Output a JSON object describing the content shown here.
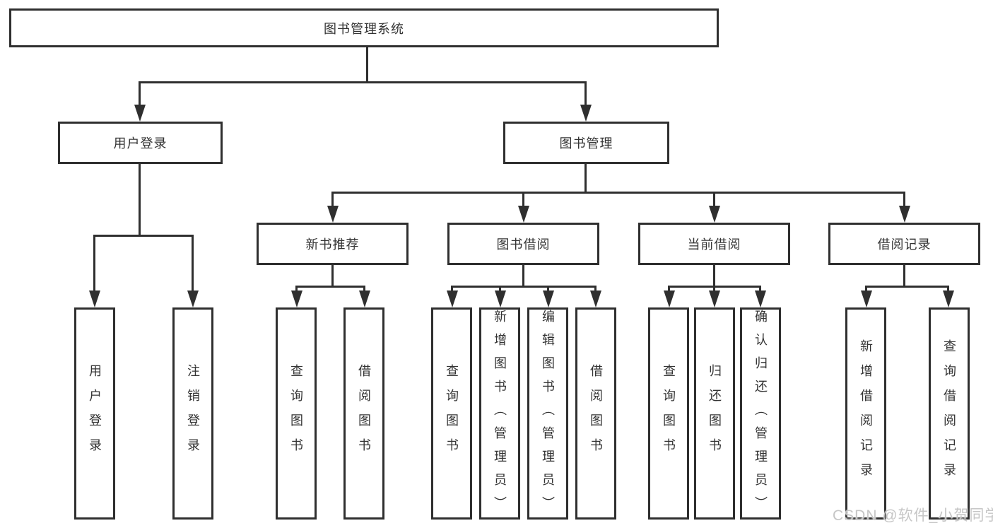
{
  "tree": {
    "root": "图书管理系统",
    "branches": [
      {
        "label": "用户登录",
        "children": [
          "用户登录",
          "注销登录"
        ]
      },
      {
        "label": "图书管理",
        "groups": [
          {
            "label": "新书推荐",
            "children": [
              "查询图书",
              "借阅图书"
            ]
          },
          {
            "label": "图书借阅",
            "children": [
              "查询图书",
              "新增图书（管理员）",
              "编辑图书（管理员）",
              "借阅图书"
            ]
          },
          {
            "label": "当前借阅",
            "children": [
              "查询图书",
              "归还图书",
              "确认归还（管理员）"
            ]
          },
          {
            "label": "借阅记录",
            "children": [
              "新增借阅记录",
              "查询借阅记录"
            ]
          }
        ]
      }
    ]
  },
  "watermark": {
    "text": "CSDN @软件_小贺同学"
  },
  "colors": {
    "line": "#2f2f2f",
    "text": "#333333",
    "bg": "#ffffff",
    "watermark": "#c6c6c6"
  }
}
